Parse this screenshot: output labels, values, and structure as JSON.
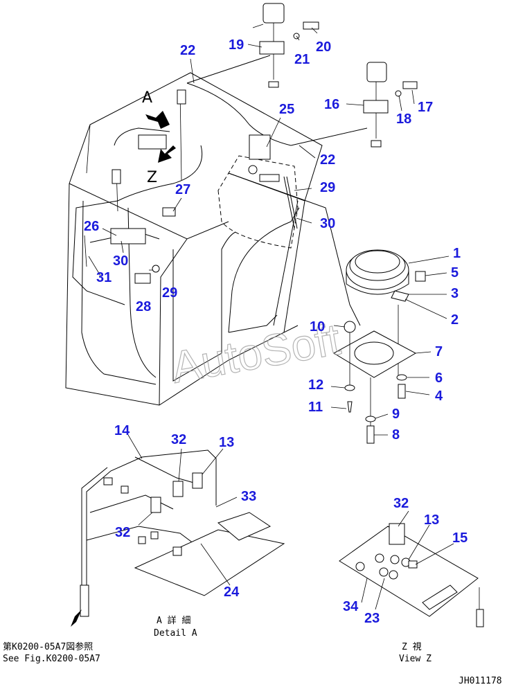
{
  "callouts": [
    {
      "id": "c1",
      "text": "1"
    },
    {
      "id": "c2",
      "text": "2"
    },
    {
      "id": "c3",
      "text": "3"
    },
    {
      "id": "c4",
      "text": "4"
    },
    {
      "id": "c5",
      "text": "5"
    },
    {
      "id": "c6",
      "text": "6"
    },
    {
      "id": "c7",
      "text": "7"
    },
    {
      "id": "c8",
      "text": "8"
    },
    {
      "id": "c9",
      "text": "9"
    },
    {
      "id": "c10",
      "text": "10"
    },
    {
      "id": "c11",
      "text": "11"
    },
    {
      "id": "c12",
      "text": "12"
    },
    {
      "id": "c13a",
      "text": "13"
    },
    {
      "id": "c13b",
      "text": "13"
    },
    {
      "id": "c14",
      "text": "14"
    },
    {
      "id": "c15",
      "text": "15"
    },
    {
      "id": "c16",
      "text": "16"
    },
    {
      "id": "c17",
      "text": "17"
    },
    {
      "id": "c18",
      "text": "18"
    },
    {
      "id": "c19",
      "text": "19"
    },
    {
      "id": "c20",
      "text": "20"
    },
    {
      "id": "c21",
      "text": "21"
    },
    {
      "id": "c22a",
      "text": "22"
    },
    {
      "id": "c22b",
      "text": "22"
    },
    {
      "id": "c23",
      "text": "23"
    },
    {
      "id": "c24",
      "text": "24"
    },
    {
      "id": "c25",
      "text": "25"
    },
    {
      "id": "c26",
      "text": "26"
    },
    {
      "id": "c27",
      "text": "27"
    },
    {
      "id": "c28",
      "text": "28"
    },
    {
      "id": "c29a",
      "text": "29"
    },
    {
      "id": "c29b",
      "text": "29"
    },
    {
      "id": "c30a",
      "text": "30"
    },
    {
      "id": "c30b",
      "text": "30"
    },
    {
      "id": "c31",
      "text": "31"
    },
    {
      "id": "c32a",
      "text": "32"
    },
    {
      "id": "c32b",
      "text": "32"
    },
    {
      "id": "c32c",
      "text": "32"
    },
    {
      "id": "c33",
      "text": "33"
    },
    {
      "id": "c34",
      "text": "34"
    }
  ],
  "view_letters": {
    "a": "A",
    "z": "Z"
  },
  "captions": {
    "see_fig_jp": "第K0200-05A7図参照",
    "see_fig_en": "See Fig.K0200-05A7",
    "detail_jp": "A 詳 細",
    "detail_en": "Detail A",
    "view_jp": "Z 視",
    "view_en": "View Z",
    "drawing_no": "JH011178"
  },
  "watermark": "AutoSoft",
  "colors": {
    "callout": "#1a1adc",
    "line": "#000000",
    "watermark": "#9a9a9a"
  }
}
